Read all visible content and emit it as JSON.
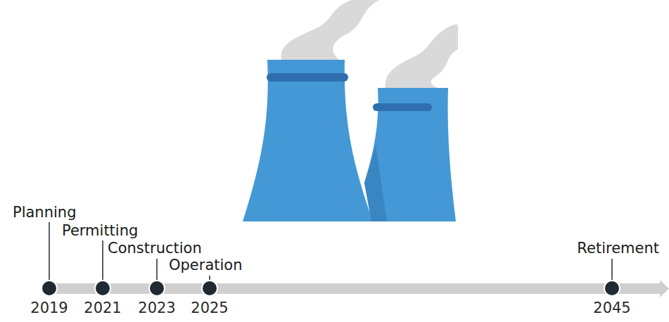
{
  "diagram": {
    "labels": [
      "Planning",
      "Permitting",
      "Construction",
      "Operation",
      "Retirement",
      "2019",
      "2021",
      "2023",
      "2025",
      "2045"
    ]
  }
}
